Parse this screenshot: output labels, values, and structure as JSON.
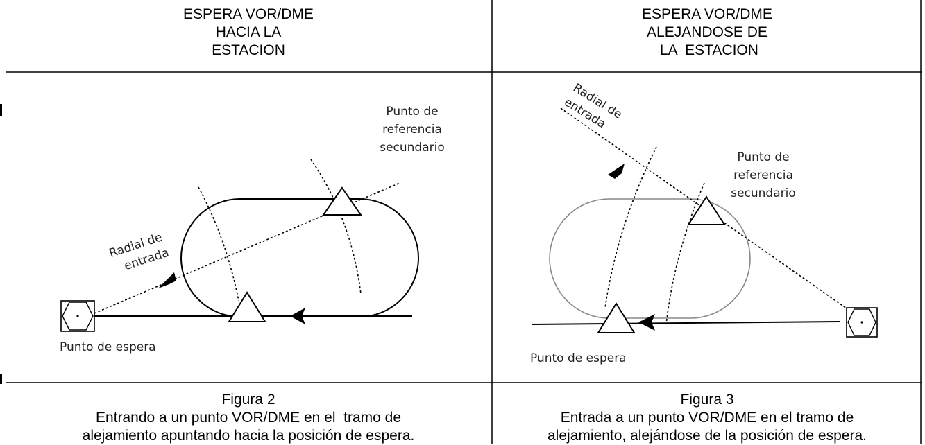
{
  "figures": [
    {
      "header_lines": [
        "ESPERA VOR/DME",
        "HACIA LA",
        "ESTACION"
      ],
      "caption_lines": [
        "Figura 2",
        "Entrando a un punto VOR/DME en el  tramo de",
        "alejamiento apuntando hacia la posición de espera."
      ],
      "labels": {
        "secondary_fix": [
          "Punto de",
          "referencia",
          "secundario"
        ],
        "inbound_radial": [
          "Radial de",
          "entrada"
        ],
        "holding_fix": "Punto de espera"
      }
    },
    {
      "header_lines": [
        "ESPERA VOR/DME",
        "ALEJANDOSE DE",
        " LA  ESTACION"
      ],
      "caption_lines": [
        "Figura 3",
        "Entrada a un punto VOR/DME en el tramo de",
        "alejamiento, alejándose de la posición de espera."
      ],
      "labels": {
        "secondary_fix": [
          "Punto de",
          "referencia",
          "secundario"
        ],
        "inbound_radial": [
          "Radial de",
          "entrada"
        ],
        "holding_fix": "Punto de espera"
      }
    }
  ],
  "colors": {
    "line": "#000000",
    "text": "#222222",
    "grid": "#000000",
    "light_outline": "#888888"
  }
}
